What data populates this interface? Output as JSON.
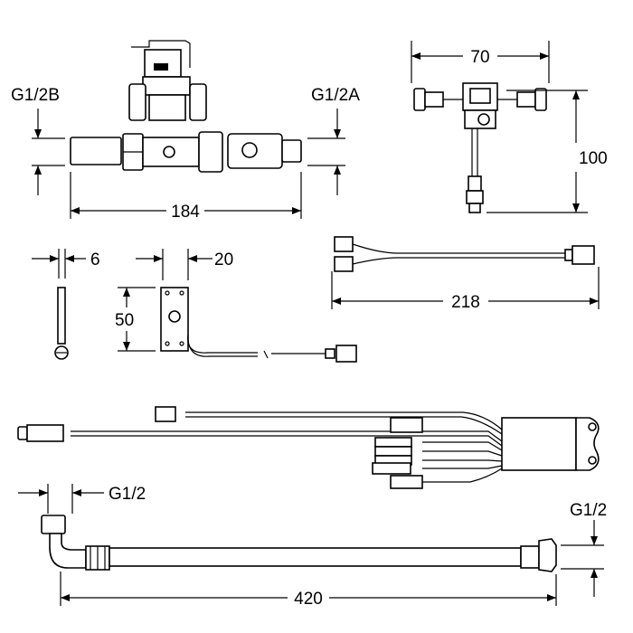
{
  "labels": {
    "valve_inlet_thread": "G1/2B",
    "valve_outlet_thread": "G1/2A",
    "valve_length": "184",
    "sensor_width": "70",
    "sensor_height": "100",
    "rod_diameter": "6",
    "bracket_width": "20",
    "bracket_height": "50",
    "cable_length": "218",
    "hose_elbow_thread": "G1/2",
    "hose_nut_thread": "G1/2",
    "hose_length": "420"
  }
}
